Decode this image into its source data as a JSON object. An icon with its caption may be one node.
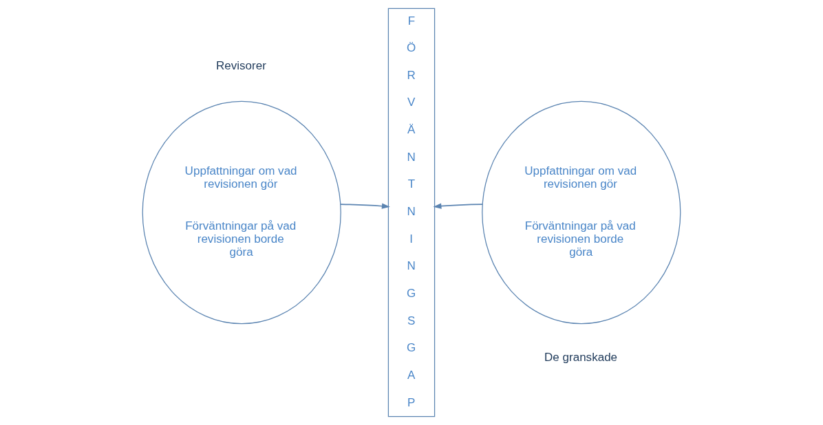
{
  "diagram": {
    "nodes": [
      {
        "text": [
          "Uppfattningar om vad revisionen gör",
          "Förväntningar på vad revisionen borde göra"
        ],
        "beside": [
          "Revisorer"
        ]
      },
      {
        "text": [
          "FÖRVÄNTNINGSGAP"
        ]
      },
      {
        "text": [
          "Uppfattningar om vad revisionen gör",
          "Förväntningar på vad revisionen borde göra"
        ],
        "beside": [
          "De granskade"
        ]
      }
    ],
    "edges": [
      {
        "from": 0,
        "to": 1,
        "arrow": "to"
      },
      {
        "from": 2,
        "to": 1,
        "arrow": "to"
      }
    ]
  }
}
